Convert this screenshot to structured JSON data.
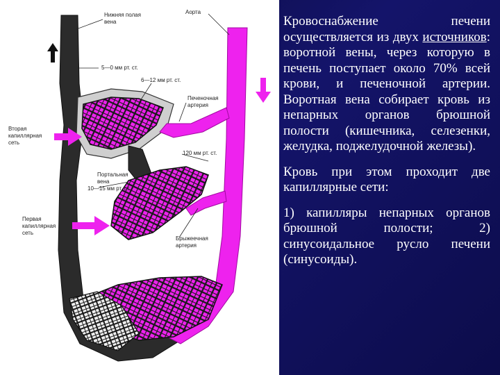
{
  "colors": {
    "background": "#0d0d52",
    "artery": "#ee22ee",
    "vein": "#2b2b2b",
    "text": "#ffffff",
    "arrow": "#ee22ee"
  },
  "diagram": {
    "labels": {
      "ivc": [
        "Нижняя полая",
        "вена"
      ],
      "aorta": "Аорта",
      "p_ivc": "5—0 мм рт. ст.",
      "p_liver": "6—12 мм рт. ст.",
      "hepatic_artery": [
        "Печеночная",
        "артерия"
      ],
      "second_network": [
        "Вторая",
        "капиллярная",
        "сеть"
      ],
      "p_artery": "120 мм рт. ст.",
      "portal_vein": [
        "Портальная",
        "вена",
        "10—15 мм рт. ст."
      ],
      "first_network": [
        "Первая",
        "капиллярная",
        "сеть"
      ],
      "mesenteric_artery": [
        "Брыжеечная",
        "артерия"
      ]
    }
  },
  "text": {
    "p1_part1": "Кровоснабжение печени осуществляется из двух ",
    "p1_underlined": "источников",
    "p1_part2": ": воротной вены, через которую в печень поступает около 70% всей крови, и печеночной артерии. Воротная вена собирает кровь из непарных органов брюшной полости (кишечника, селезенки, желудка, поджелудочной железы).",
    "p2": "Кровь при этом проходит две капиллярные сети:",
    "p3": "1) капилляры непарных органов брюшной полости; 2) синусоидальное русло печени (синусоиды)."
  }
}
